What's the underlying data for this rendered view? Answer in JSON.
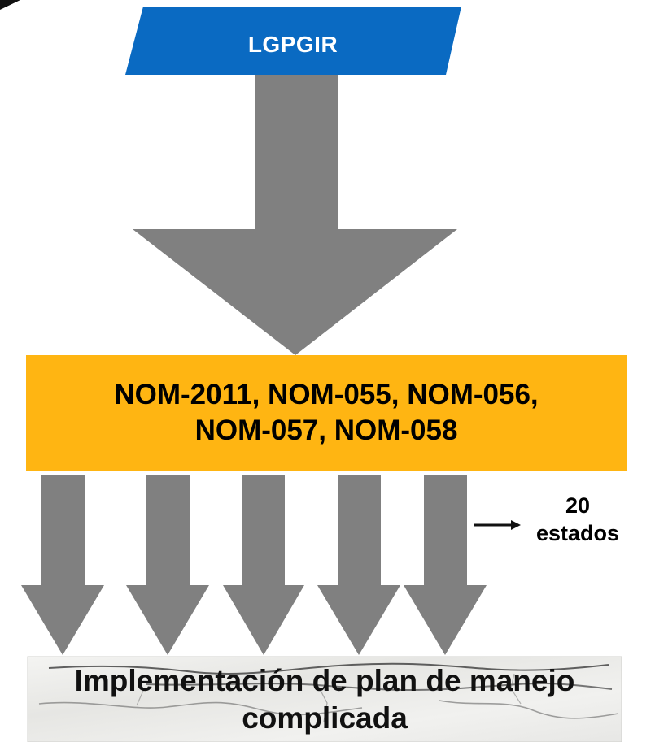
{
  "top_node": {
    "label": "LGPGIR",
    "color": "#0A6AC2"
  },
  "middle_node": {
    "line1": "NOM-2011, NOM-055, NOM-056,",
    "line2": "NOM-057, NOM-058",
    "color": "#FFB512"
  },
  "side_note": {
    "line1": "20",
    "line2": "estados"
  },
  "bottom_node": {
    "line1": "Implementación de plan de manejo",
    "line2": "complicada",
    "texture": "cracked-paper"
  },
  "arrows": {
    "color": "#808080",
    "main_count": 1,
    "branch_count": 5
  },
  "icons": {
    "side_arrow": "right-arrow-icon"
  }
}
